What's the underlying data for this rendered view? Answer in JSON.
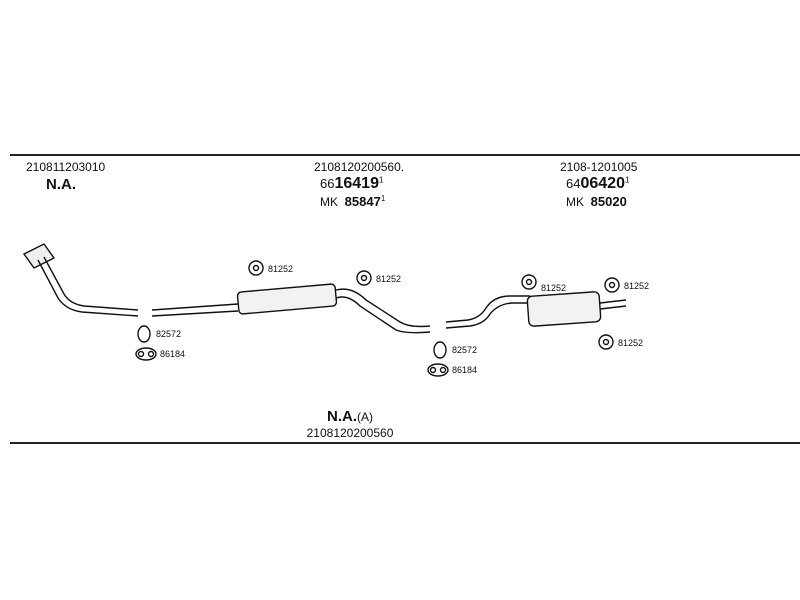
{
  "columns": [
    {
      "part_number": "210811203010",
      "status": "N.A."
    },
    {
      "part_number": "2108120200560.",
      "ref_prefix": "66",
      "ref_main": "16419",
      "ref_sup": "1",
      "mk_prefix": "MK",
      "mk_main": "85847",
      "mk_sup": "1"
    },
    {
      "part_number": "2108-1201005",
      "ref_prefix": "64",
      "ref_main": "06420",
      "ref_sup": "1",
      "mk_prefix": "MK",
      "mk_main": "85020"
    }
  ],
  "parts": {
    "hanger": "81252",
    "clamp": "82572",
    "gasket": "86184"
  },
  "footer": {
    "status": "N.A.",
    "status_suffix": "(A)",
    "part_number": "2108120200560"
  }
}
